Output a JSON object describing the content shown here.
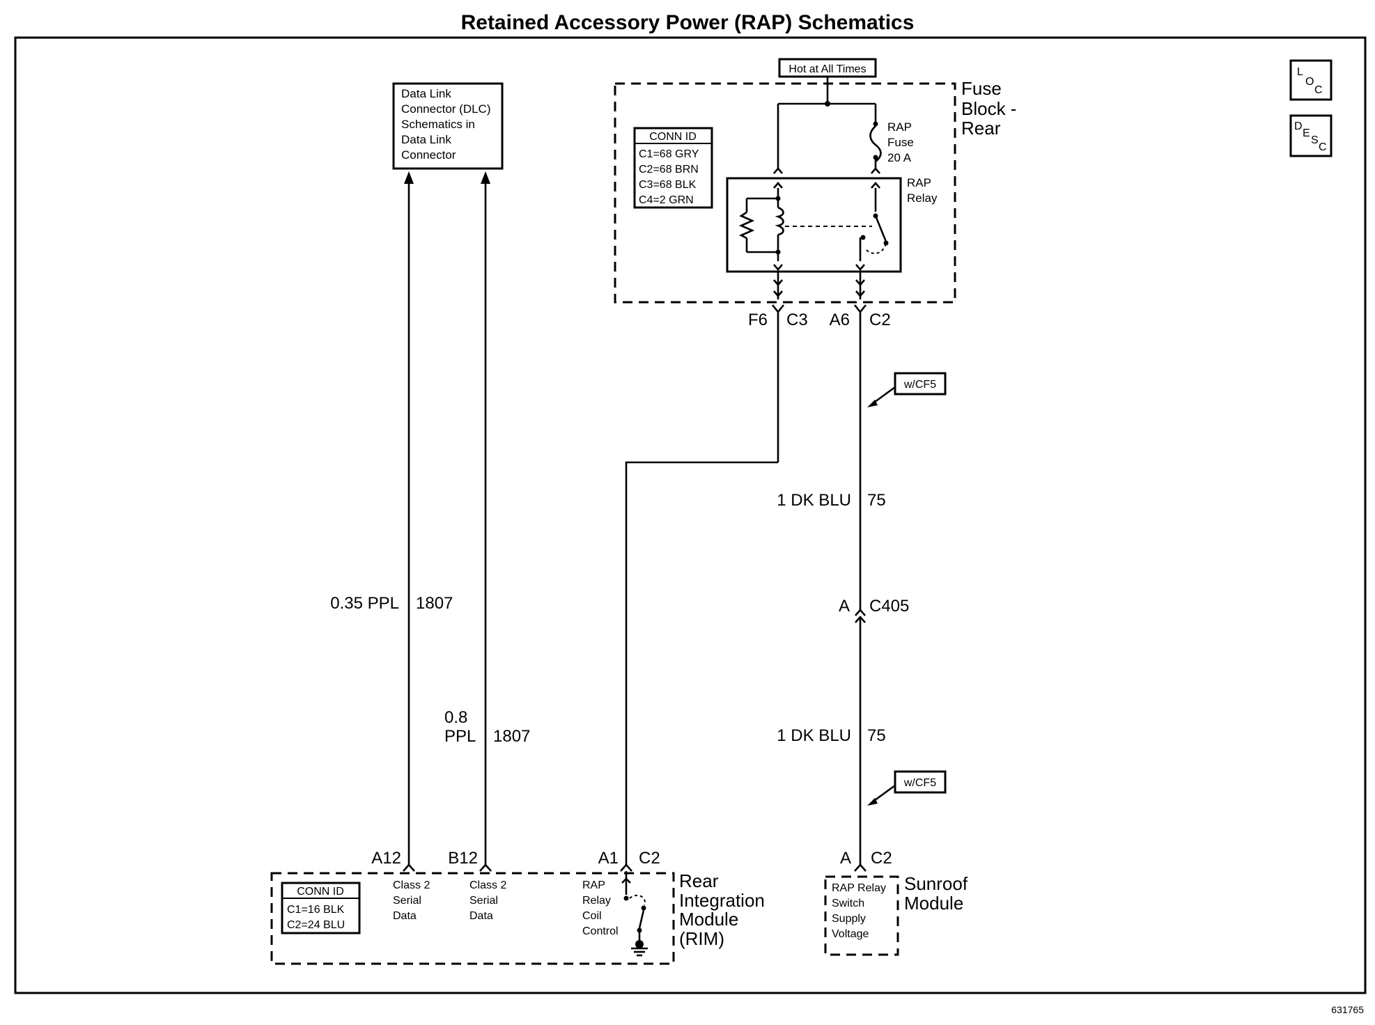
{
  "title": "Retained Accessory Power (RAP) Schematics",
  "doc_number": "631765",
  "icons": {
    "loc": {
      "a": "L",
      "b": "O",
      "c": "C",
      "name": "loc-icon"
    },
    "desc": {
      "a": "D",
      "b": "E",
      "c": "S",
      "d": "C",
      "name": "desc-icon"
    }
  },
  "dlc": {
    "lines": [
      "Data Link",
      "Connector (DLC)",
      "Schematics in",
      "Data Link",
      "Connector"
    ]
  },
  "fuse_block": {
    "hot_label": "Hot at All Times",
    "name_lines": [
      "Fuse",
      "Block -",
      "Rear"
    ],
    "conn_id": {
      "header": "CONN ID",
      "rows": [
        "C1=68 GRY",
        "C2=68 BRN",
        "C3=68 BLK",
        "C4=2 GRN"
      ]
    },
    "fuse_lines": [
      "RAP",
      "Fuse",
      "20 A"
    ],
    "relay_lines": [
      "RAP",
      "Relay"
    ],
    "pins": {
      "left_pin": "F6",
      "left_conn": "C3",
      "right_pin": "A6",
      "right_conn": "C2"
    }
  },
  "wires": {
    "w1": {
      "color": "0.35 PPL",
      "circuit": "1807"
    },
    "w2": {
      "color_line1": "0.8",
      "color_line2": "PPL",
      "circuit": "1807"
    },
    "w3_upper": {
      "color": "1 DK BLU",
      "circuit": "75"
    },
    "w3_lower": {
      "color": "1 DK BLU",
      "circuit": "75"
    }
  },
  "inline_connector": {
    "pin": "A",
    "name": "C405"
  },
  "option_tags": [
    "w/CF5",
    "w/CF5"
  ],
  "rim": {
    "name_lines": [
      "Rear",
      "Integration",
      "Module",
      "(RIM)"
    ],
    "conn_id": {
      "header": "CONN ID",
      "rows": [
        "C1=16 BLK",
        "C2=24 BLU"
      ]
    },
    "pins": {
      "p1": "A12",
      "p2": "B12",
      "p3": "A1",
      "p3_conn": "C2"
    },
    "terminals": {
      "t1": [
        "Class 2",
        "Serial",
        "Data"
      ],
      "t2": [
        "Class 2",
        "Serial",
        "Data"
      ],
      "t3": [
        "RAP",
        "Relay",
        "Coil",
        "Control"
      ]
    }
  },
  "sunroof": {
    "name_lines": [
      "Sunroof",
      "Module"
    ],
    "pin": "A",
    "conn": "C2",
    "terminal": [
      "RAP Relay",
      "Switch",
      "Supply",
      "Voltage"
    ]
  }
}
